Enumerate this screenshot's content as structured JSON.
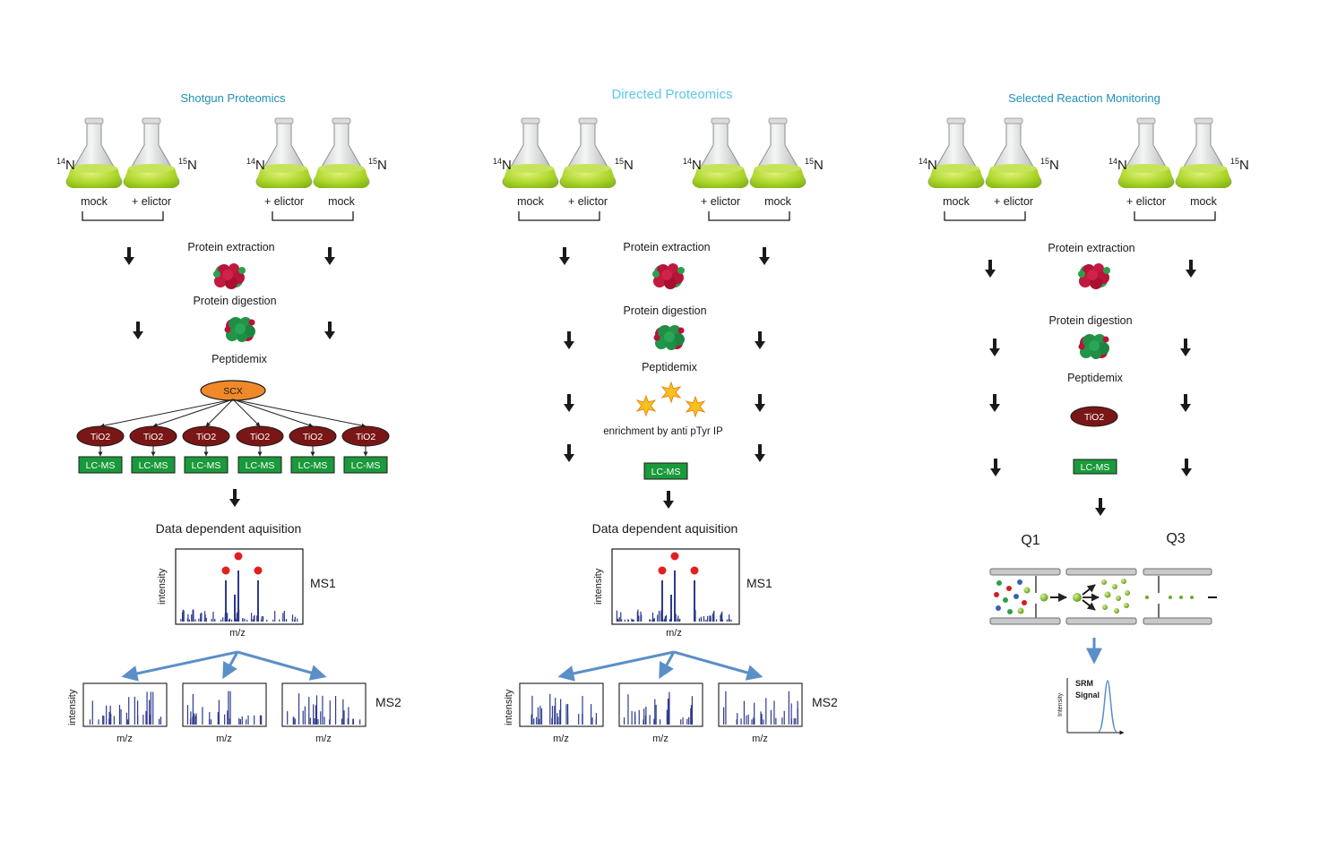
{
  "panels": [
    {
      "title": "Shotgun Proteomics",
      "labels": {
        "iso14": "14",
        "iso15": "15",
        "n": "N",
        "mock": "mock",
        "elicitor": "+ elictor"
      },
      "steps": {
        "extraction": "Protein extraction",
        "digestion": "Protein digestion",
        "peptidemix": "Peptidemix"
      },
      "scx": "SCX",
      "tio2": "TiO2",
      "lcms": "LC-MS",
      "acquisition": "Data dependent aquisition",
      "intensity": "intensity",
      "mz": "m/z",
      "ms1": "MS1",
      "ms2": "MS2"
    },
    {
      "title": "Directed Proteomics",
      "labels": {
        "iso14": "14",
        "iso15": "15",
        "n": "N",
        "mock": "mock",
        "elicitor": "+ elictor"
      },
      "steps": {
        "extraction": "Protein extraction",
        "digestion": "Protein digestion",
        "peptidemix": "Peptidemix",
        "enrichment": "enrichment by anti pTyr IP"
      },
      "lcms": "LC-MS",
      "acquisition": "Data dependent aquisition",
      "intensity": "intensity",
      "mz": "m/z",
      "ms1": "MS1",
      "ms2": "MS2"
    },
    {
      "title": "Selected Reaction Monitoring",
      "labels": {
        "iso14": "14",
        "iso15": "15",
        "n": "N",
        "mock": "mock",
        "elicitor": "+ elictor"
      },
      "steps": {
        "extraction": "Protein extraction",
        "digestion": "Protein digestion",
        "peptidemix": "Peptidemix"
      },
      "tio2": "TiO2",
      "lcms": "LC-MS",
      "q1": "Q1",
      "q3": "Q3",
      "srm_line1": "SRM",
      "srm_line2": "Signal",
      "intensity": "Intensity"
    }
  ],
  "colors": {
    "title": "#1e8fb8",
    "title_light": "#5fc6e8",
    "liquid": "#9ccc1c",
    "scx": "#f0892a",
    "tio2": "#7a1616",
    "lcms": "#1a9a3a",
    "spectrum": "#2d3a8c",
    "peak_marker": "#e02020",
    "blue_arrow": "#5b8fc7"
  }
}
